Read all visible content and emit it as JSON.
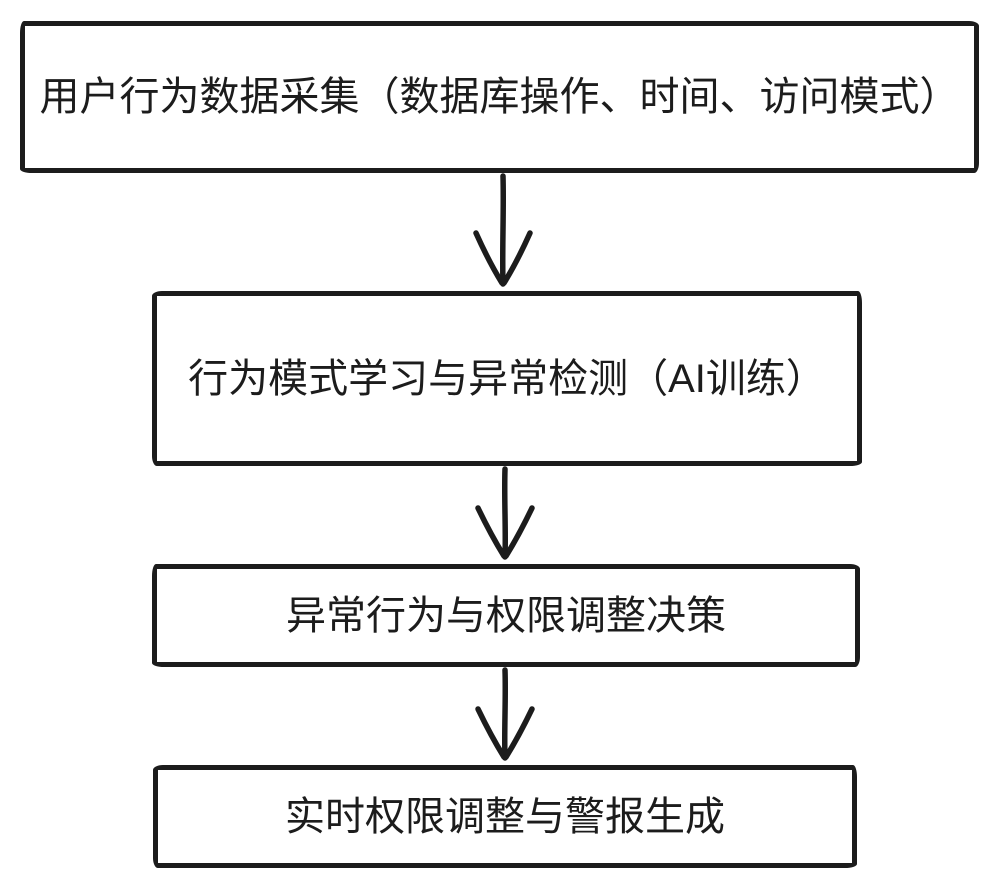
{
  "diagram": {
    "type": "flowchart",
    "style": "hand-drawn",
    "background_color": "#ffffff",
    "stroke_color": "#1c1c1c",
    "nodes": [
      {
        "id": "node-1",
        "label": "用户行为数据采集（数据库操作、时间、访问模式）"
      },
      {
        "id": "node-2",
        "label": "行为模式学习与异常检测（AI训练）"
      },
      {
        "id": "node-3",
        "label": "异常行为与权限调整决策"
      },
      {
        "id": "node-4",
        "label": "实时权限调整与警报生成"
      }
    ],
    "connectors": [
      {
        "from": "node-1",
        "to": "node-2",
        "direction": "down",
        "arrowhead": "open-v"
      },
      {
        "from": "node-2",
        "to": "node-3",
        "direction": "down",
        "arrowhead": "open-v"
      },
      {
        "from": "node-3",
        "to": "node-4",
        "direction": "down",
        "arrowhead": "open-v"
      }
    ]
  }
}
